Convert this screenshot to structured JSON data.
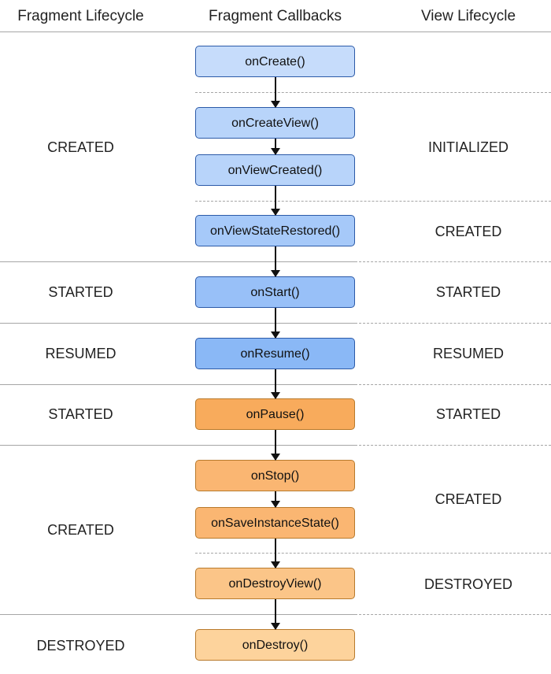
{
  "headers": {
    "fragment_lifecycle": "Fragment Lifecycle",
    "fragment_callbacks": "Fragment Callbacks",
    "view_lifecycle": "View Lifecycle"
  },
  "callbacks": [
    "onCreate()",
    "onCreateView()",
    "onViewCreated()",
    "onViewStateRestored()",
    "onStart()",
    "onResume()",
    "onPause()",
    "onStop()",
    "onSaveInstanceState()",
    "onDestroyView()",
    "onDestroy()"
  ],
  "fragment_states": [
    "CREATED",
    "STARTED",
    "RESUMED",
    "STARTED",
    "CREATED",
    "DESTROYED"
  ],
  "view_states": [
    "INITIALIZED",
    "CREATED",
    "STARTED",
    "RESUMED",
    "STARTED",
    "CREATED",
    "DESTROYED"
  ],
  "colors": {
    "blue_light": "#c6dcfb",
    "blue_mid": "#a6c9f9",
    "blue_dark": "#8ab8f6",
    "blue_border": "#2c5aa8",
    "orange_dark": "#f8ab5c",
    "orange_mid": "#fbc27f",
    "orange_light": "#fdd39c",
    "orange_border": "#b87a2c"
  }
}
